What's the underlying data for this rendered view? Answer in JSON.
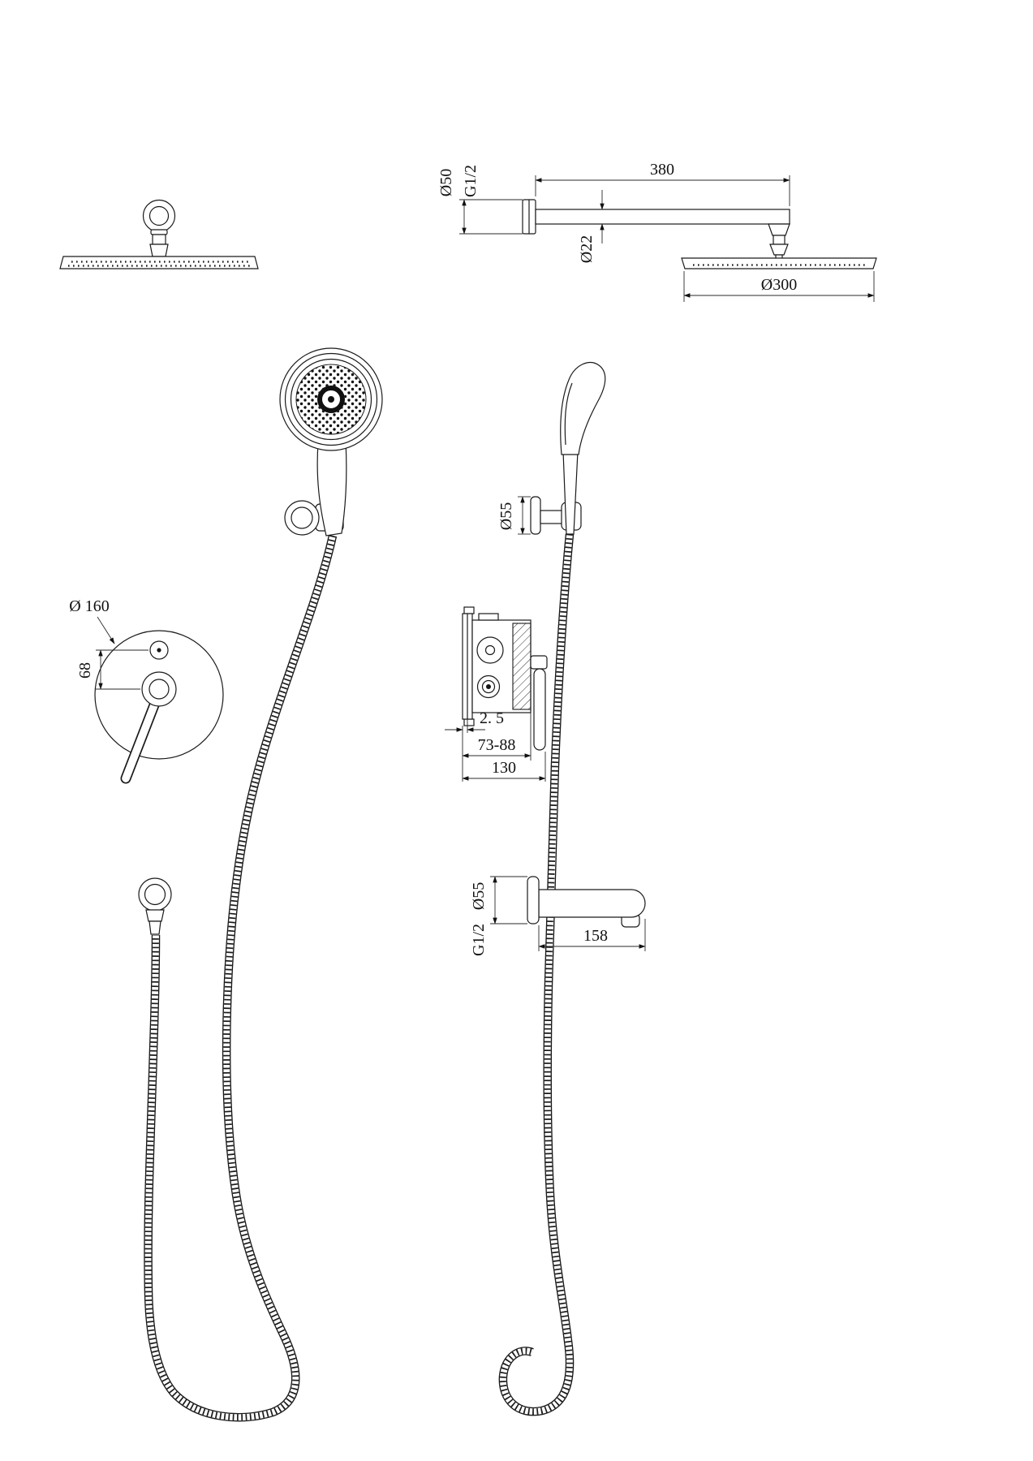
{
  "page": {
    "background": "#ffffff",
    "ink": "#1a1a1a"
  },
  "dimensions": {
    "arm_flange_dia": "Ø50",
    "arm_thread": "G1/2",
    "arm_length": "380",
    "arm_tube_dia": "Ø22",
    "rain_head_dia": "Ø300",
    "holder_dia": "Ø55",
    "mixer_plate_dia": "Ø 160",
    "mixer_handle_offset": "68",
    "mixer_plate_thickness": "2. 5",
    "mixer_depth_range": "73-88",
    "mixer_body_width": "130",
    "spout_dia": "Ø55",
    "spout_thread": "G1/2",
    "spout_length": "158"
  }
}
